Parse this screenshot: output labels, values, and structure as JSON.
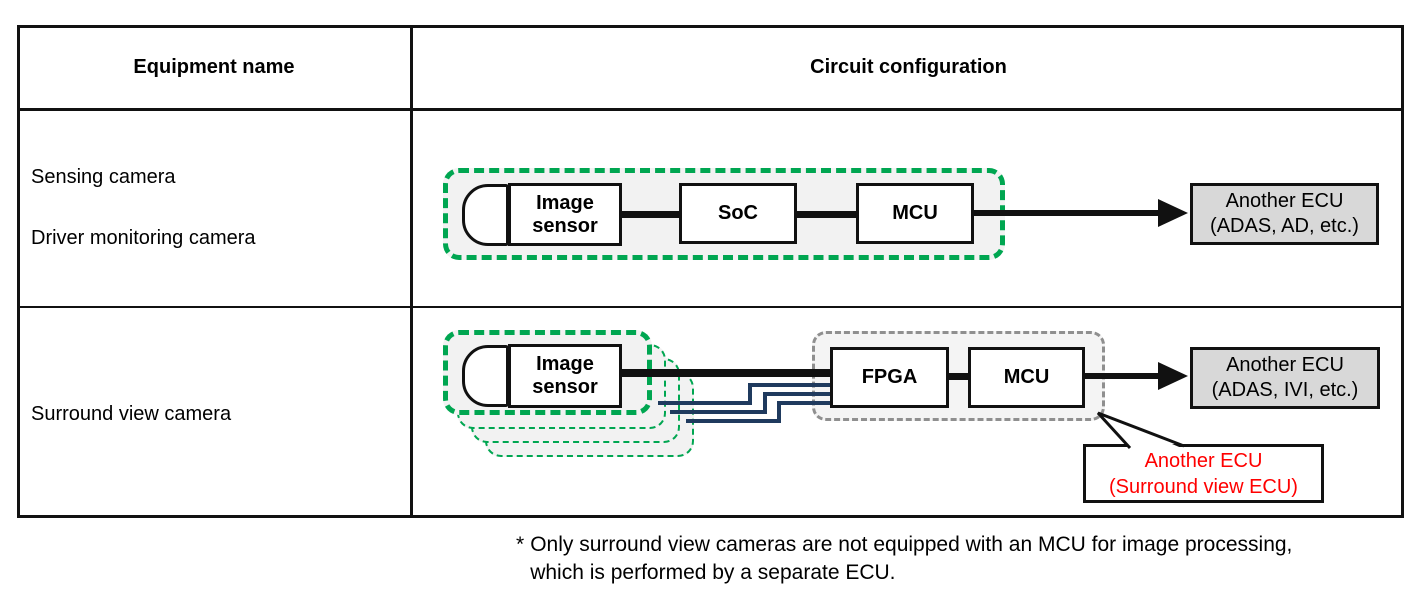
{
  "colors": {
    "green": "#00a651",
    "navy": "#1f3a5e",
    "red": "#ff0000",
    "ecufill": "#d8d8d8",
    "cellfill": "#f1f1f1",
    "chipfill": "#f2f2f2"
  },
  "table": {
    "header": {
      "equipment": "Equipment name",
      "circuit": "Circuit configuration"
    }
  },
  "rows": {
    "sensing": {
      "equipment_line1": "Sensing camera",
      "equipment_line2": "Driver monitoring camera",
      "image_sensor": "Image sensor",
      "soc": "SoC",
      "mcu": "MCU",
      "ecu_line1": "Another ECU",
      "ecu_line2": "(ADAS, AD, etc.)"
    },
    "surround": {
      "equipment_line1": "Surround view camera",
      "image_sensor": "Image sensor",
      "fpga": "FPGA",
      "mcu": "MCU",
      "ecu_line1": "Another ECU",
      "ecu_line2": "(ADAS, IVI, etc.)",
      "callout_line1": "Another ECU",
      "callout_line2": "(Surround view ECU)"
    }
  },
  "footnote": {
    "marker": "*",
    "line1": "Only surround view cameras are not equipped with an MCU for image processing,",
    "line2": "which is performed by a separate ECU."
  }
}
